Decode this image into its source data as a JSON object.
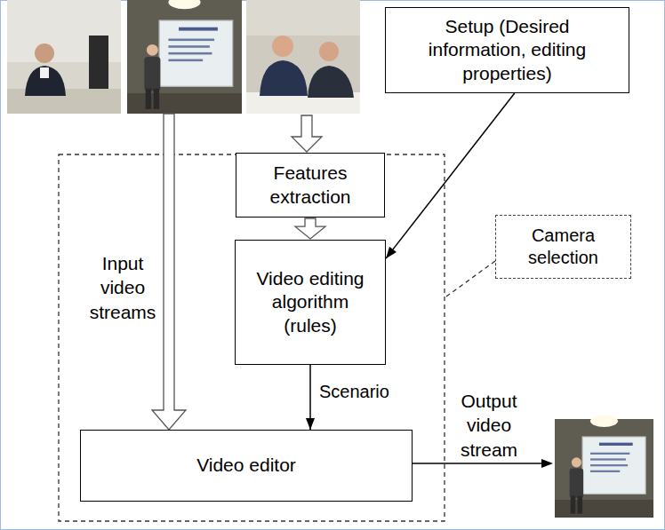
{
  "diagram": {
    "nodes": [
      {
        "text": [
          "Setup (Desired information, editing properties)"
        ]
      },
      {
        "text": [
          "Features extraction"
        ]
      },
      {
        "text": [
          "Video editing algorithm (rules)"
        ]
      },
      {
        "text": [
          "Video editor"
        ]
      },
      {
        "text": [
          "Camera selection"
        ]
      }
    ],
    "edges": [
      {
        "from": 0,
        "to": 2,
        "arrow": "to"
      },
      {
        "from": 1,
        "to": 2,
        "arrow": "to"
      },
      {
        "from": 2,
        "to": 3,
        "label": "Scenario",
        "arrow": "to"
      }
    ],
    "labels": [
      "Input video streams",
      "Output video stream"
    ]
  }
}
